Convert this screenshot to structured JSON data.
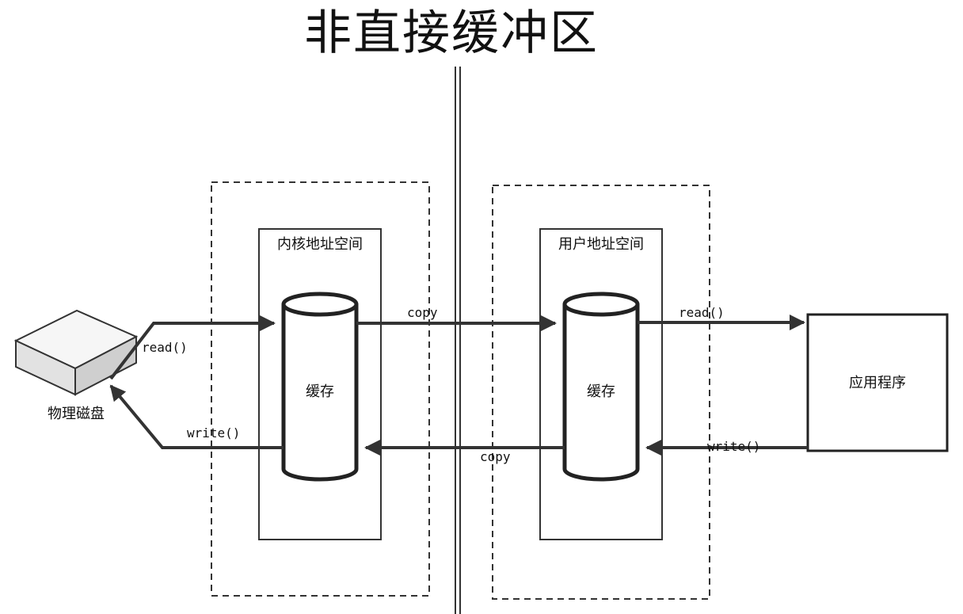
{
  "title": "非直接缓冲区",
  "disk": {
    "label": "物理磁盘"
  },
  "kernel": {
    "label": "内核地址空间",
    "buffer_label": "缓存"
  },
  "user": {
    "label": "用户地址空间",
    "buffer_label": "缓存"
  },
  "app": {
    "label": "应用程序"
  },
  "edges": {
    "disk_to_kernel": "read()",
    "kernel_to_disk": "write()",
    "kernel_to_user": "copy",
    "user_to_kernel": "copy",
    "user_to_app": "read()",
    "app_to_user": "write()"
  }
}
